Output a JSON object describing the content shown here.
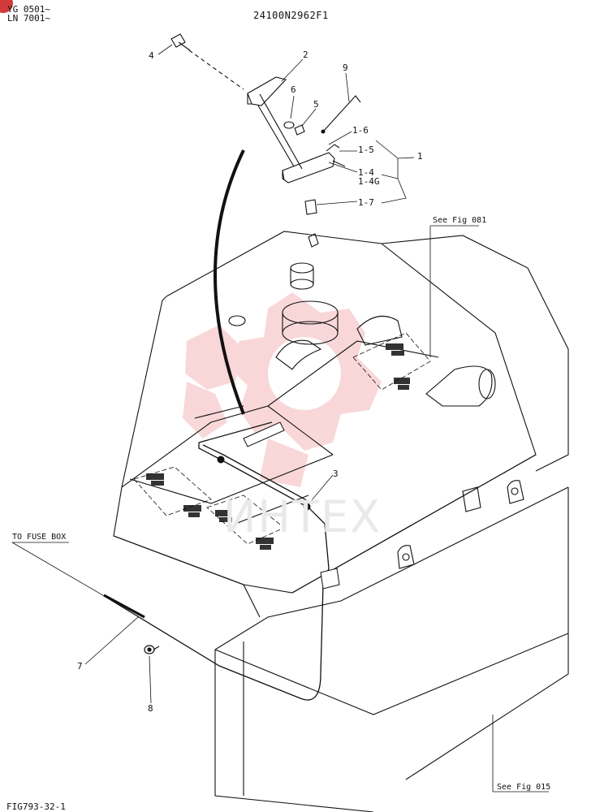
{
  "header": {
    "serial_1": "YG 0501~",
    "serial_2": "LN 7001~",
    "part_group": "24100N2962F1"
  },
  "callouts": {
    "c1": "1",
    "c1_4": "1-4",
    "c1_4g": "1-4G",
    "c1_5": "1-5",
    "c1_6": "1-6",
    "c1_7": "1-7",
    "c2": "2",
    "c3": "3",
    "c4": "4",
    "c5": "5",
    "c6": "6",
    "c7": "7",
    "c8": "8",
    "c9": "9"
  },
  "references": {
    "fig081": "See Fig 081",
    "fig015": "See Fig 015",
    "fuse_box": "TO FUSE BOX"
  },
  "footer": {
    "figure_id": "FIG793-32-1"
  },
  "watermark": {
    "text": "ИНТЕХ",
    "color": "#e8a0a4"
  }
}
